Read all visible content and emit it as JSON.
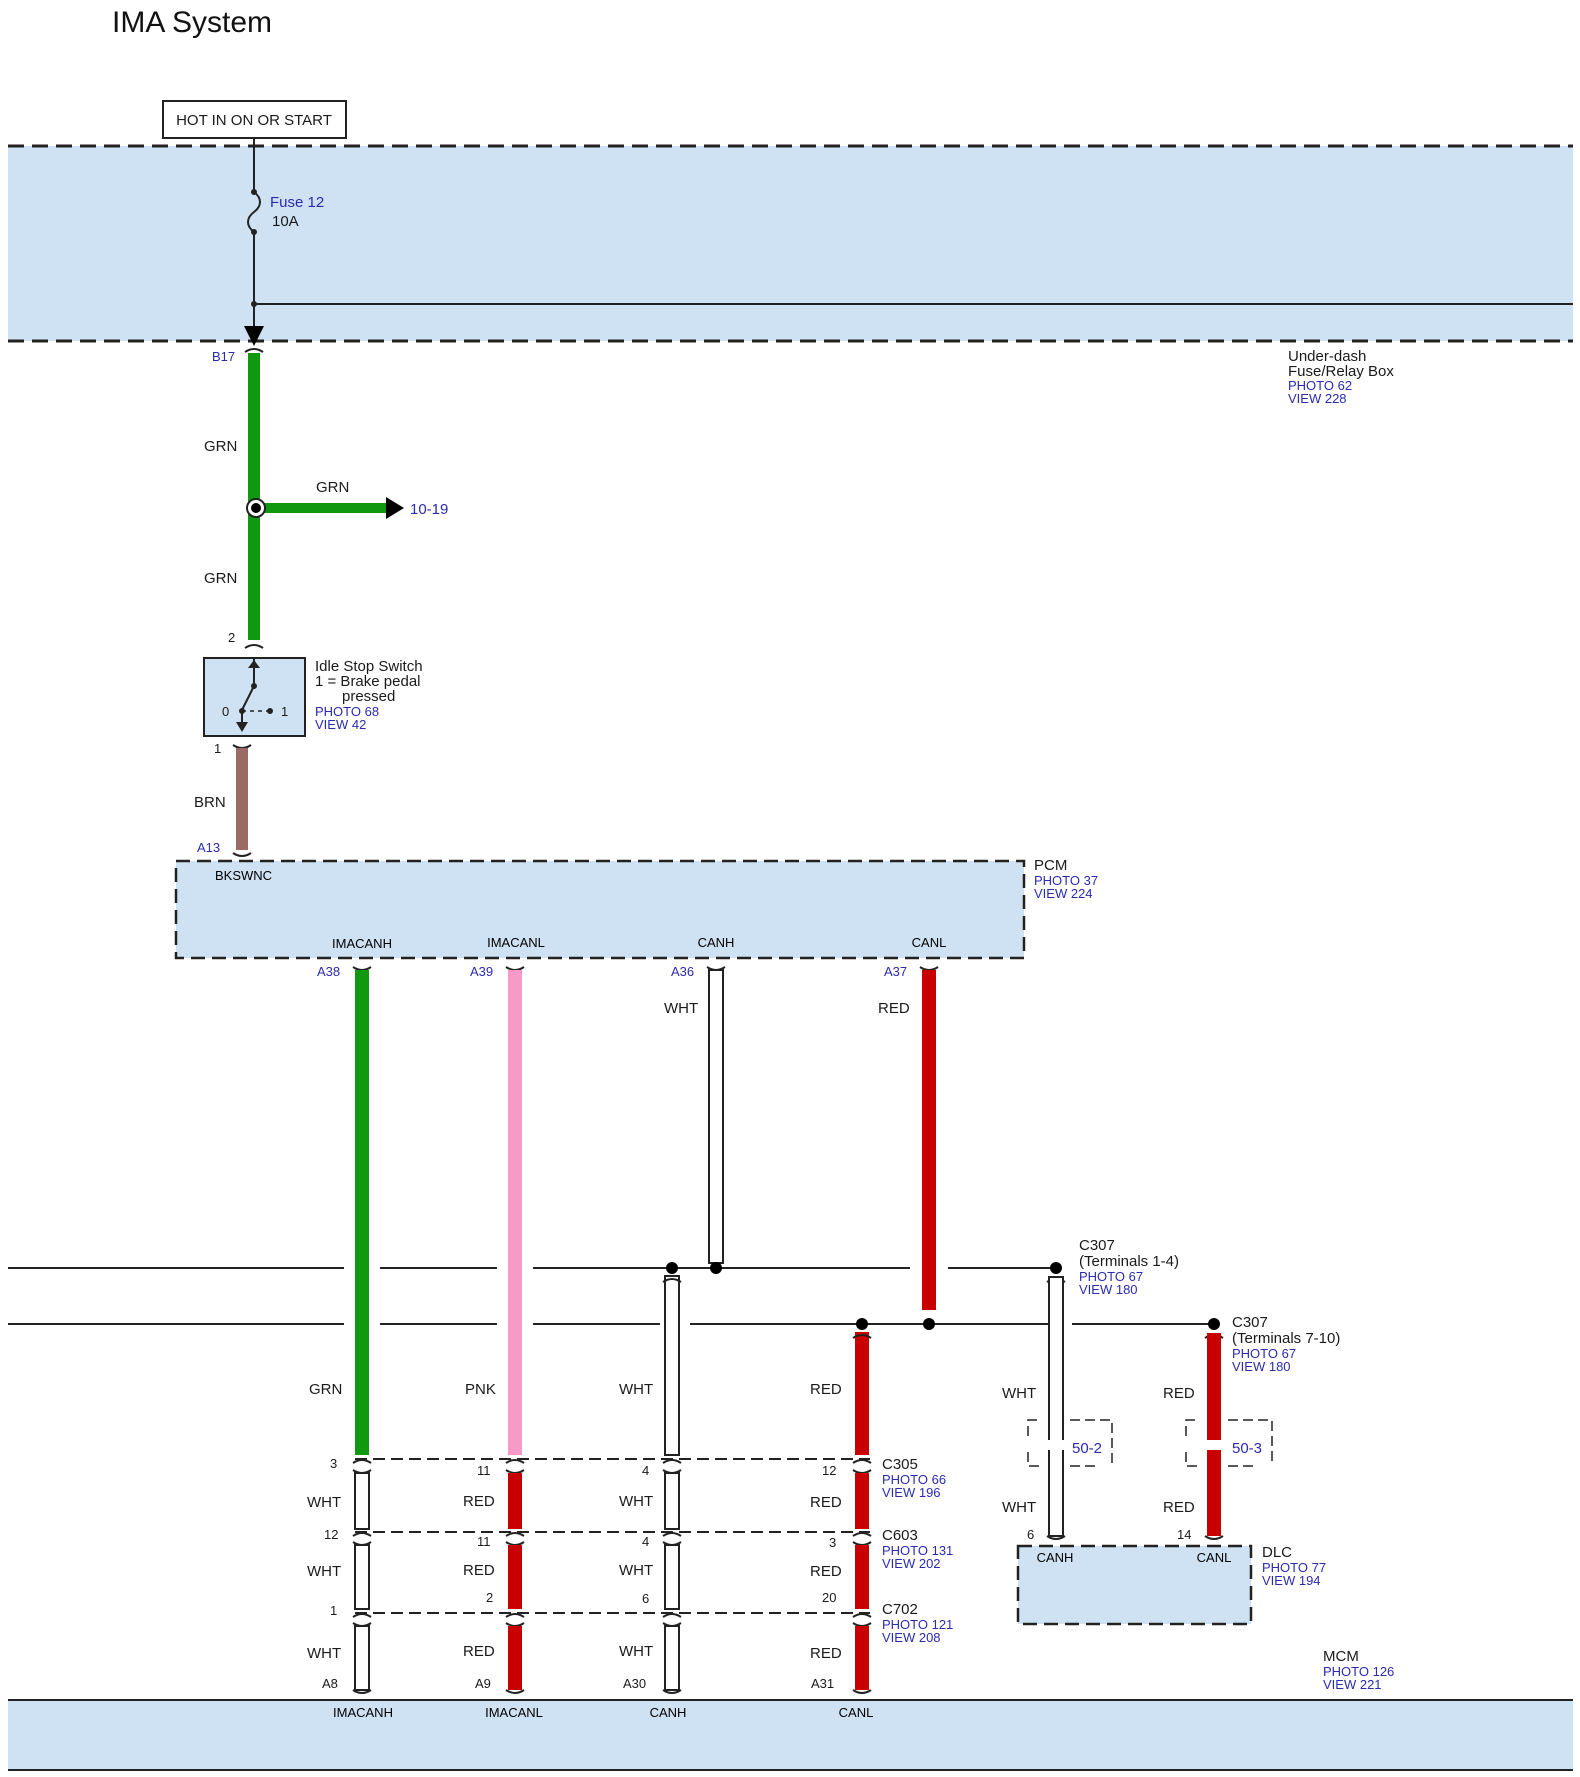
{
  "title": "IMA System",
  "power_source": "HOT IN ON OR START",
  "fuse": {
    "name": "Fuse 12",
    "rating": "10A"
  },
  "fuse_box": {
    "name_line1": "Under-dash",
    "name_line2": "Fuse/Relay Box",
    "photo": "PHOTO 62",
    "view": "VIEW 228"
  },
  "b17": {
    "pin": "B17",
    "wire_top": "GRN",
    "branch_wire": "GRN",
    "branch_ref": "10-19",
    "wire_bottom": "GRN"
  },
  "idle_switch": {
    "name": "Idle Stop Switch",
    "note1": "1 = Brake pedal",
    "note2": "pressed",
    "photo": "PHOTO 68",
    "view": "VIEW 42",
    "pin_top": "2",
    "pin_bottom": "1",
    "pos0": "0",
    "pos1": "1",
    "wire_out": "BRN"
  },
  "pcm": {
    "name": "PCM",
    "photo": "PHOTO 37",
    "view": "VIEW 224",
    "input_pin": "A13",
    "input_label": "BKSWNC",
    "terminals": [
      {
        "label": "IMACANH",
        "pin": "A38",
        "wire": "GRN"
      },
      {
        "label": "IMACANL",
        "pin": "A39",
        "wire": "PNK"
      },
      {
        "label": "CANH",
        "pin": "A36",
        "wire": "WHT"
      },
      {
        "label": "CANL",
        "pin": "A37",
        "wire": "RED"
      }
    ]
  },
  "c307_a": {
    "name": "C307",
    "sub": "(Terminals 1-4)",
    "photo": "PHOTO 67",
    "view": "VIEW 180"
  },
  "c307_b": {
    "name": "C307",
    "sub": "(Terminals 7-10)",
    "photo": "PHOTO 67",
    "view": "VIEW 180"
  },
  "lower_wires": {
    "col1": "GRN",
    "col2": "PNK",
    "col3": "WHT",
    "col4": "RED"
  },
  "c305": {
    "name": "C305",
    "photo": "PHOTO 66",
    "view": "VIEW 196",
    "pins": [
      "3",
      "11",
      "4",
      "12"
    ]
  },
  "seg2_wires": [
    "WHT",
    "RED",
    "WHT",
    "RED"
  ],
  "c603": {
    "name": "C603",
    "photo": "PHOTO 131",
    "view": "VIEW 202",
    "pins": [
      "12",
      "11",
      "4",
      "3"
    ]
  },
  "seg3_wires": [
    "WHT",
    "RED",
    "WHT",
    "RED"
  ],
  "c702": {
    "name": "C702",
    "photo": "PHOTO 121",
    "view": "VIEW 208",
    "pins": [
      "1",
      "2",
      "6",
      "20"
    ]
  },
  "seg4_wires": [
    "WHT",
    "RED",
    "WHT",
    "RED"
  ],
  "mcm": {
    "name": "MCM",
    "photo": "PHOTO 126",
    "view": "VIEW 221",
    "pins": [
      "A8",
      "A9",
      "A30",
      "A31"
    ],
    "labels": [
      "IMACANH",
      "IMACANL",
      "CANH",
      "CANL"
    ]
  },
  "dlc": {
    "name": "DLC",
    "photo": "PHOTO 77",
    "view": "VIEW 194",
    "canh_wire_top": "WHT",
    "canh_ref": "50-2",
    "canh_wire_bottom": "WHT",
    "canh_pin": "6",
    "canh_label": "CANH",
    "canl_wire_top": "RED",
    "canl_ref": "50-3",
    "canl_wire_bottom": "RED",
    "canl_pin": "14",
    "canl_label": "CANL"
  },
  "colors": {
    "box_fill": "#cfe2f3",
    "grn": "#109810",
    "pnk": "#f79ac8",
    "red": "#c80000",
    "brn": "#9c6a64",
    "wht": "#ffffff",
    "link": "#2b2bb0"
  }
}
